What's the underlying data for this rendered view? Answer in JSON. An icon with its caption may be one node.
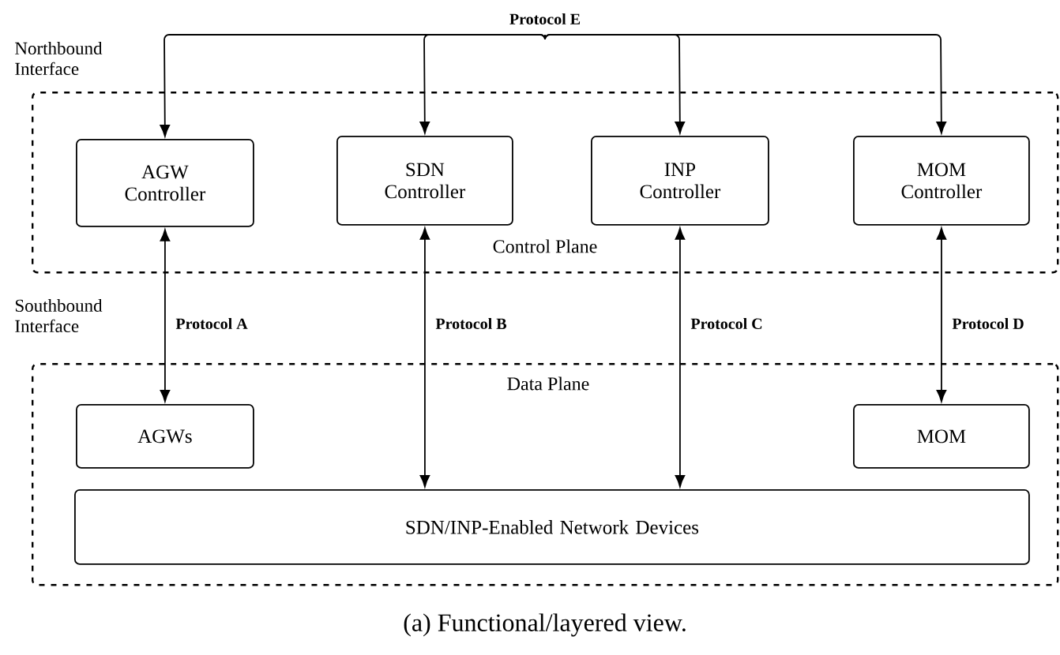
{
  "diagram": {
    "caption": "(a) Functional/layered view.",
    "nodes": [
      {
        "text": [
          "Control Plane"
        ]
      },
      {
        "text": [
          "AGW Controller"
        ],
        "in": 0
      },
      {
        "text": [
          "SDN Controller"
        ],
        "in": 0
      },
      {
        "text": [
          "INP Controller"
        ],
        "in": 0
      },
      {
        "text": [
          "MOM Controller"
        ],
        "in": 0
      },
      {
        "text": [
          "Data Plane"
        ]
      },
      {
        "text": [
          "AGWs"
        ],
        "in": 5
      },
      {
        "text": [
          "MOM"
        ],
        "in": 5
      },
      {
        "text": [
          "SDN/INP-Enabled Network Devices"
        ],
        "in": 5
      },
      {
        "text": [
          "Protocol E"
        ]
      }
    ],
    "edges": [
      {
        "from": 9,
        "to": 1,
        "arrow": "to"
      },
      {
        "from": 9,
        "to": 2,
        "arrow": "to"
      },
      {
        "from": 9,
        "to": 3,
        "arrow": "to"
      },
      {
        "from": 9,
        "to": 4,
        "arrow": "to"
      },
      {
        "from": 1,
        "to": 6,
        "arrow": "both",
        "label": "Protocol A"
      },
      {
        "from": 2,
        "to": 8,
        "arrow": "both",
        "label": "Protocol B"
      },
      {
        "from": 3,
        "to": 8,
        "arrow": "both",
        "label": "Protocol C"
      },
      {
        "from": 4,
        "to": 7,
        "arrow": "both",
        "label": "Protocol D"
      }
    ],
    "labels": [
      "Northbound Interface",
      "Southbound Interface"
    ]
  }
}
